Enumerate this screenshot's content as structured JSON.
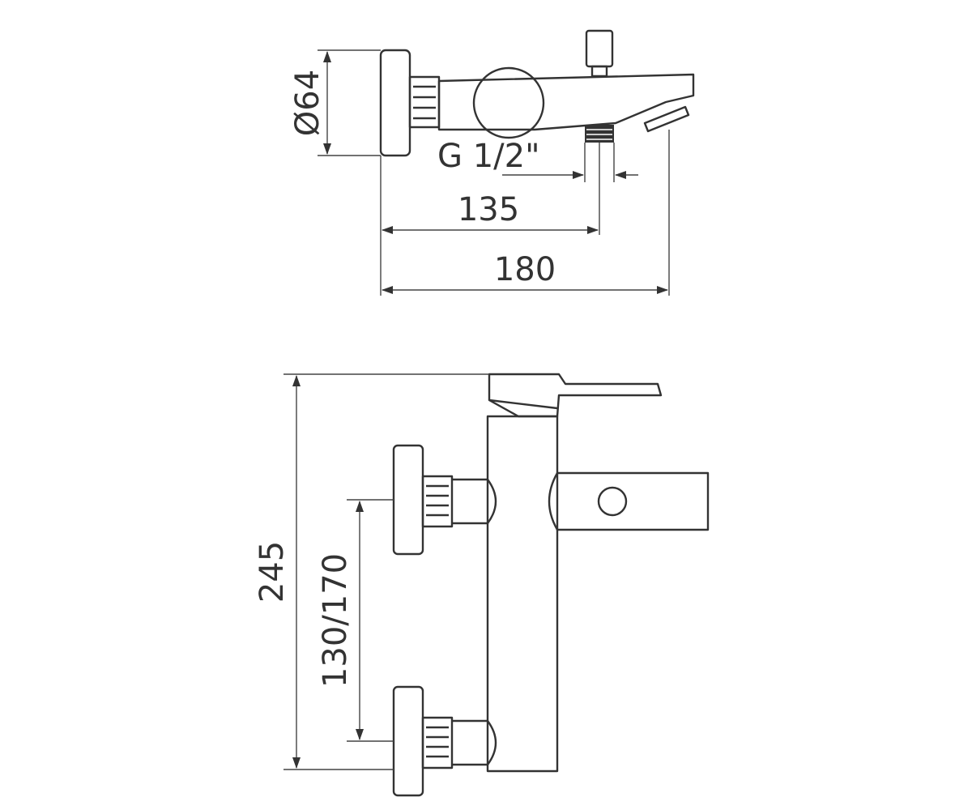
{
  "top_view": {
    "diameter_label": "Ø64",
    "thread_label": "G 1/2\"",
    "dim_135": "135",
    "dim_180": "180"
  },
  "front_view": {
    "height_label": "245",
    "centers_label": "130/170"
  },
  "colors": {
    "line": "#333333",
    "dimension": "#444444",
    "background": "#ffffff"
  }
}
